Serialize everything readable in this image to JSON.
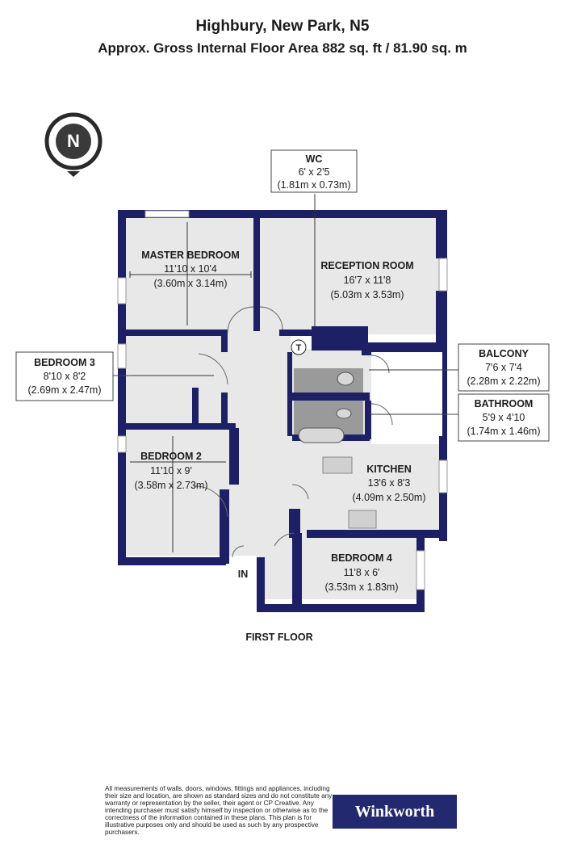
{
  "header": {
    "title": "Highbury, New Park, N5",
    "subtitle": "Approx. Gross Internal Floor Area 882 sq. ft / 81.90 sq. m"
  },
  "compass": {
    "letter": "N",
    "icon": "north-compass-icon"
  },
  "rooms": {
    "master_bedroom": {
      "name": "MASTER BEDROOM",
      "imperial": "11'10 x 10'4",
      "metric": "(3.60m x 3.14m)"
    },
    "reception": {
      "name": "RECEPTION ROOM",
      "imperial": "16'7 x 11'8",
      "metric": "(5.03m x 3.53m)"
    },
    "wc": {
      "name": "WC",
      "imperial": "6' x 2'5",
      "metric": "(1.81m x 0.73m)"
    },
    "bedroom3": {
      "name": "BEDROOM 3",
      "imperial": "8'10 x 8'2",
      "metric": "(2.69m x 2.47m)"
    },
    "balcony": {
      "name": "BALCONY",
      "imperial": "7'6 x 7'4",
      "metric": "(2.28m x 2.22m)"
    },
    "bathroom": {
      "name": "BATHROOM",
      "imperial": "5'9 x 4'10",
      "metric": "(1.74m x 1.46m)"
    },
    "bedroom2": {
      "name": "BEDROOM 2",
      "imperial": "11'10 x 9'",
      "metric": "(3.58m x 2.73m)"
    },
    "kitchen": {
      "name": "KITCHEN",
      "imperial": "13'6 x 8'3",
      "metric": "(4.09m x 2.50m)"
    },
    "bedroom4": {
      "name": "BEDROOM 4",
      "imperial": "11'8 x 6'",
      "metric": "(3.53m x 1.83m)"
    }
  },
  "markers": {
    "entrance": "IN",
    "cupboard": "T"
  },
  "floor_label": "FIRST FLOOR",
  "disclaimer": "All measurements of walls, doors, windows, fittings and appliances, including their size and location, are shown as standard sizes and do not constitute any warranty or representation by the seller, their agent or CP Creative. Any intending purchaser must satisfy himself by inspection or otherwise as to the correctness of the information contained in these plans. This plan is for illustrative purposes only and should be used as such by any prospective purchasers.",
  "brand": "Winkworth",
  "colors": {
    "wall": "#1e2066",
    "floor": "#e8e8e8",
    "brand_bg": "#23296f",
    "fixture": "#8c8c8c"
  }
}
